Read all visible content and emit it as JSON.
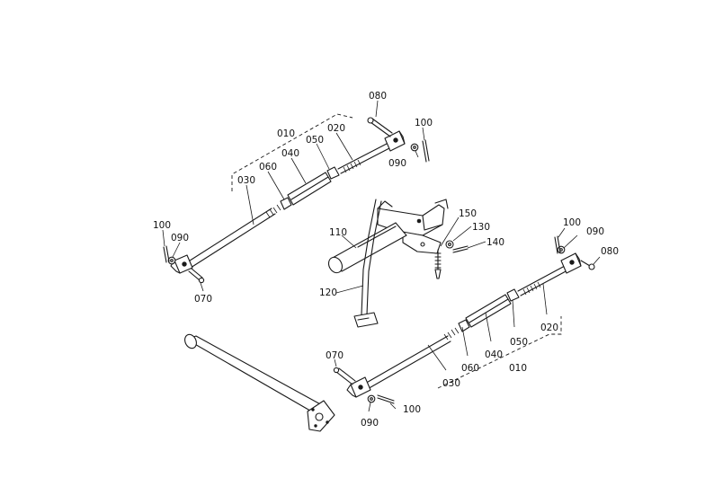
{
  "labels": {
    "upper_010": "010",
    "upper_020": "020",
    "upper_030": "030",
    "upper_040": "040",
    "upper_050": "050",
    "upper_060": "060",
    "upper_080": "080",
    "upper_090_right": "090",
    "upper_100_right": "100",
    "upper_100_left": "100",
    "upper_090_left": "090",
    "upper_070": "070",
    "center_110": "110",
    "center_120": "120",
    "center_130": "130",
    "center_140": "140",
    "center_150": "150",
    "lower_100_top": "100",
    "lower_090_top": "090",
    "lower_080": "080",
    "lower_020": "020",
    "lower_050": "050",
    "lower_040": "040",
    "lower_060": "060",
    "lower_010": "010",
    "lower_030": "030",
    "lower_070": "070",
    "lower_090_bottom": "090",
    "lower_100_bottom": "100"
  }
}
